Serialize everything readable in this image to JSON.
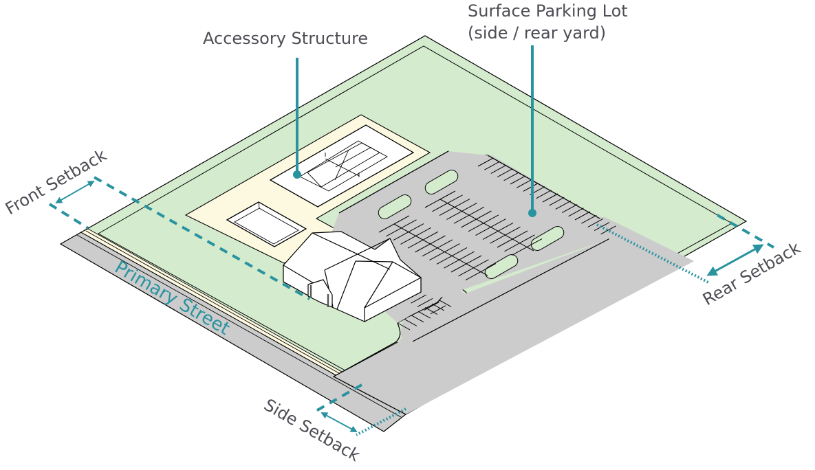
{
  "diagram": {
    "title": "Site plan setbacks diagram",
    "colors": {
      "lawn": "#d4ebce",
      "street": "#cccccc",
      "parking": "#cccccc",
      "accessory_yard": "#fdf9e0",
      "sidewalk": "#fdf9e0",
      "building": "#ffffff",
      "accent": "#2a93a0",
      "label_text": "#4d4d55"
    },
    "labels": {
      "accessory_structure": "Accessory Structure",
      "parking_line1": "Surface Parking Lot",
      "parking_line2": "(side / rear yard)",
      "front_setback": "Front Setback",
      "rear_setback": "Rear Setback",
      "side_setback": "Side Setback",
      "primary_street": "Primary Street"
    }
  }
}
